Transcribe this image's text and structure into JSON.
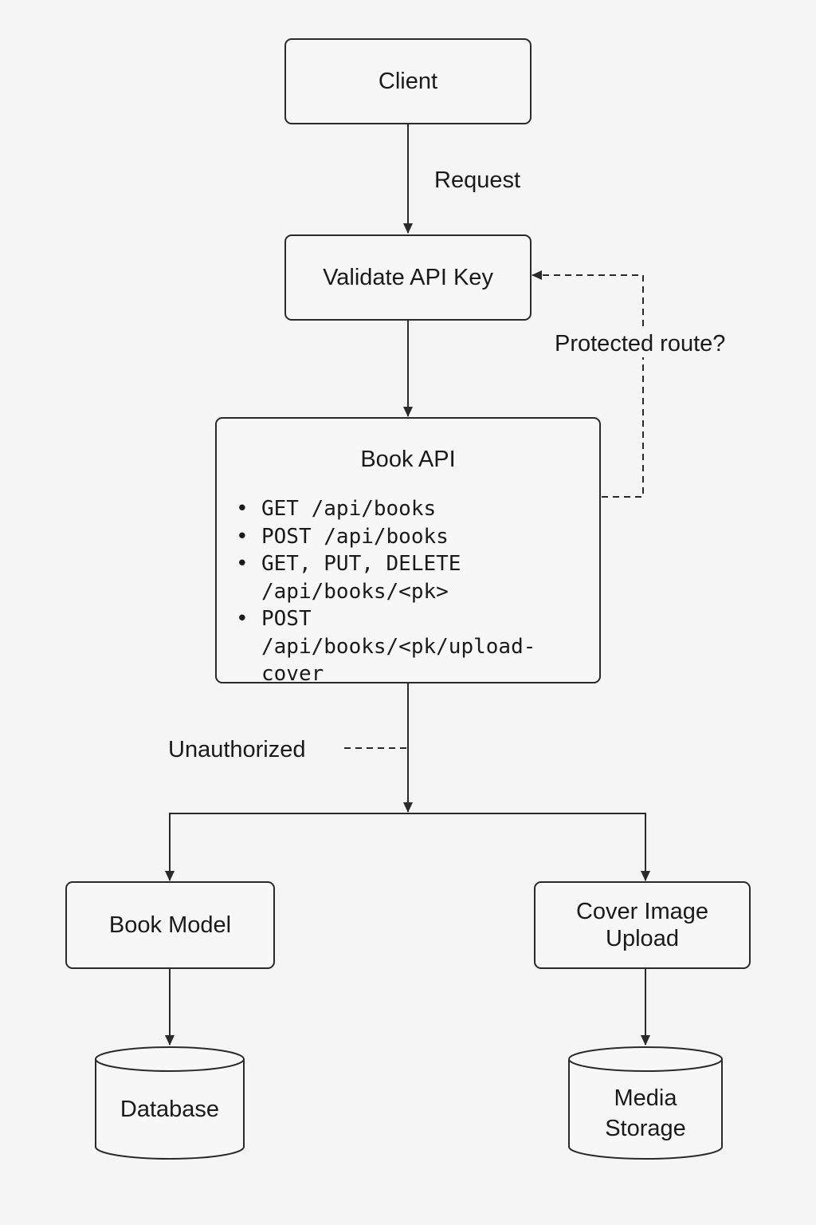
{
  "nodes": {
    "client": "Client",
    "validate": "Validate API Key",
    "book_api": {
      "title": "Book API",
      "bullet": "•",
      "routes": [
        "GET /api/books",
        "POST /api/books",
        "GET, PUT, DELETE\n/api/books/<pk>",
        "POST /api/books/<pk/upload-\ncover"
      ]
    },
    "book_model": "Book Model",
    "cover_upload": "Cover Image Upload",
    "database": "Database",
    "media_storage": "Media Storage"
  },
  "edges": {
    "request": "Request",
    "protected": "Protected route?",
    "unauthorized": "Unauthorized"
  }
}
